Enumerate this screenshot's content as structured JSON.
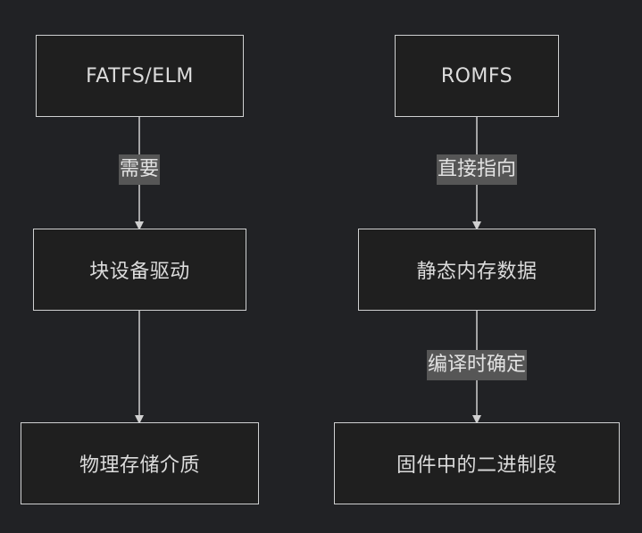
{
  "nodes": {
    "fatfs": "FATFS/ELM",
    "block_driver": "块设备驱动",
    "physical_media": "物理存储介质",
    "romfs": "ROMFS",
    "static_data": "静态内存数据",
    "firmware_binary": "固件中的二进制段"
  },
  "edges": {
    "fatfs_to_block": "需要",
    "romfs_to_static": "直接指向",
    "static_to_binary": "编译时确定"
  },
  "colors": {
    "background": "#212225",
    "node_fill": "#1f1f1f",
    "node_border": "#cfd0d1",
    "text": "#dcdcdc",
    "label_fill": "#565656",
    "edge": "#d0d0d0"
  }
}
